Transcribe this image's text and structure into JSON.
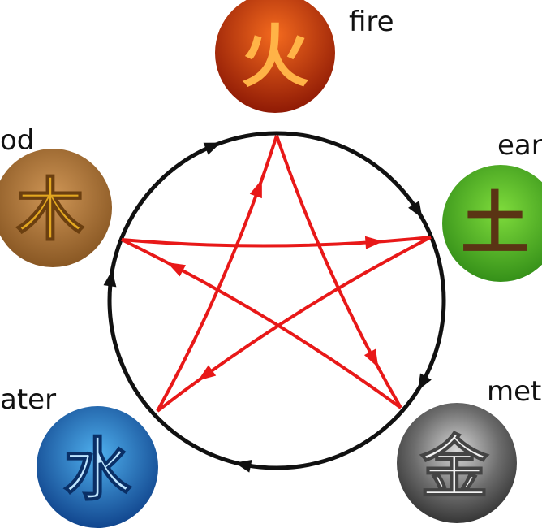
{
  "elements": [
    {
      "id": "fire",
      "label": "fire",
      "glyph": "火",
      "color": "#d93d10",
      "glyph_color": "#ffb347"
    },
    {
      "id": "earth",
      "label": "ear",
      "glyph": "土",
      "color": "#4fb82a",
      "glyph_color": "#5a3414"
    },
    {
      "id": "metal",
      "label": "met",
      "glyph": "金",
      "color": "#9a9a9a",
      "glyph_color": "#f2f2f2"
    },
    {
      "id": "water",
      "label": "ater",
      "glyph": "水",
      "color": "#1a6fc0",
      "glyph_color": "#bfe6ff"
    },
    {
      "id": "wood",
      "label": "od",
      "glyph": "木",
      "color": "#b57a3c",
      "glyph_color": "#e3a820"
    }
  ],
  "cycle_colors": {
    "generating": "#111111",
    "controlling": "#e81818"
  }
}
